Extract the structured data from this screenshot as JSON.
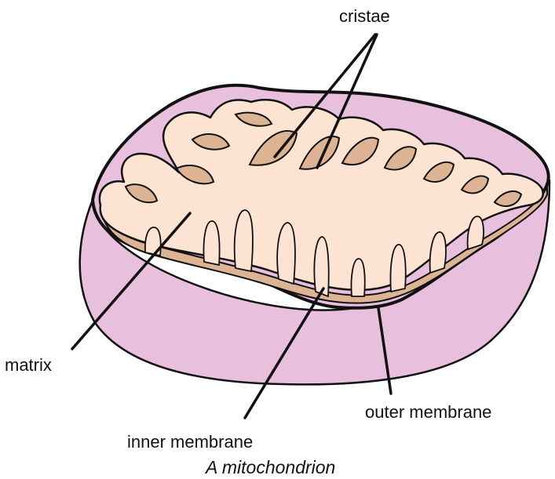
{
  "colors": {
    "outer_membrane": "#e8bfdc",
    "matrix": "#fde4d2",
    "cristae_side": "#ddb493",
    "outline": "#111111",
    "background": "#ffffff"
  },
  "labels": {
    "cristae": "cristae",
    "matrix": "matrix",
    "outer_membrane": "outer membrane",
    "inner_membrane": "inner membrane"
  },
  "caption": "A mitochondrion"
}
